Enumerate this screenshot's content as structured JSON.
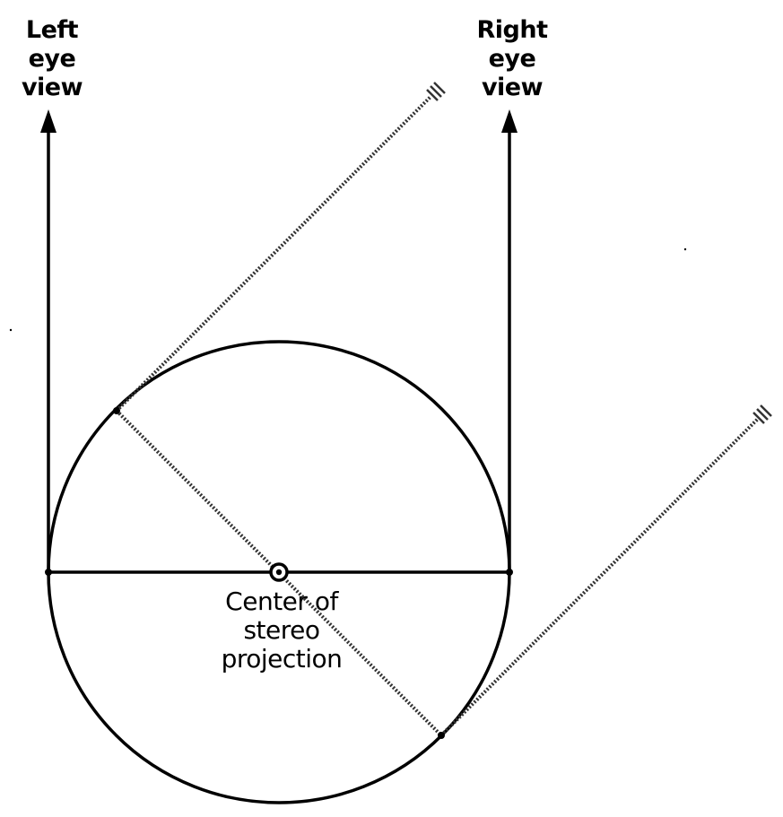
{
  "labels": {
    "left_eye": [
      "Left",
      "eye",
      "view"
    ],
    "right_eye": [
      "Right",
      "eye",
      "view"
    ],
    "center": [
      "Center of",
      "stereo",
      "projection"
    ]
  },
  "colors": {
    "ink": "#000000",
    "background": "#ffffff",
    "dotted": "#3a3a3a"
  }
}
